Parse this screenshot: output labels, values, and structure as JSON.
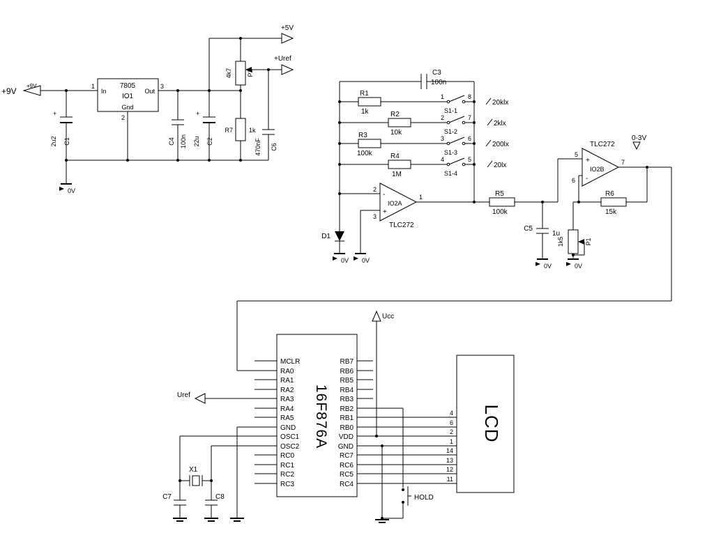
{
  "power": {
    "vin_label": "+9V",
    "vin_pin_label": "+9V",
    "regulator": {
      "part": "7805",
      "ref": "IO1",
      "in": "In",
      "out": "Out",
      "gnd": "Gnd",
      "pin1": "1",
      "pin2": "2",
      "pin3": "3"
    },
    "c1_plus": "+",
    "c1_value": "2u2",
    "c1_ref": "C1",
    "c4_ref": "C4",
    "c4_value": "100n",
    "c2_plus": "+",
    "c2_value": "22u",
    "c2_ref": "C2",
    "p2_value": "4k7",
    "p2_ref": "P2",
    "r7_ref": "R7",
    "r7_value": "1k",
    "c6_value": "470nF",
    "c6_ref": "C6",
    "v5_label": "+5V",
    "uref_label": "+Uref",
    "gnd_label": "0V"
  },
  "analog": {
    "c3_ref": "C3",
    "c3_value": "100n",
    "r1_ref": "R1",
    "r1_value": "1k",
    "r2_ref": "R2",
    "r2_value": "10k",
    "r3_ref": "R3",
    "r3_value": "100k",
    "r4_ref": "R4",
    "r4_value": "1M",
    "switches": [
      {
        "pin_l": "1",
        "pin_r": "8",
        "name": "S1-1",
        "range": "20klx"
      },
      {
        "pin_l": "2",
        "pin_r": "7",
        "name": "S1-2",
        "range": "2klx"
      },
      {
        "pin_l": "3",
        "pin_r": "6",
        "name": "S1-3",
        "range": "200lx"
      },
      {
        "pin_l": "4",
        "pin_r": "5",
        "name": "S1-4",
        "range": "20lx"
      }
    ],
    "d1_ref": "D1",
    "op1": {
      "ref": "IO2A",
      "part": "TLC272",
      "minus": "-",
      "plus": "+",
      "pin_minus": "2",
      "pin_plus": "3",
      "pin_out": "1"
    },
    "op2": {
      "ref": "IO2B",
      "part": "TLC272",
      "minus": "-",
      "plus": "+",
      "pin_minus": "6",
      "pin_plus": "5",
      "pin_out": "7"
    },
    "r5_ref": "R5",
    "r5_value": "100k",
    "c5_ref": "C5",
    "c5_value": "1u",
    "r6_ref": "R6",
    "r6_value": "15k",
    "p1_value": "1k5",
    "p1_ref": "P1",
    "out_range_label": "0-3V",
    "gnd_label": "0V"
  },
  "mcu": {
    "part": "16F876A",
    "ucc_label": "Ucc",
    "uref_label": "Uref",
    "left_pins": [
      "MCLR",
      "RA0",
      "RA1",
      "RA2",
      "RA3",
      "RA4",
      "RA5",
      "GND",
      "OSC1",
      "OSC2",
      "RC0",
      "RC1",
      "RC2",
      "RC3"
    ],
    "right_pins": [
      "RB7",
      "RB6",
      "RB5",
      "RB4",
      "RB3",
      "RB2",
      "RB1",
      "RB0",
      "VDD",
      "GND",
      "RC7",
      "RC6",
      "RC5",
      "RC4"
    ],
    "x1_ref": "X1",
    "c7_ref": "C7",
    "c8_ref": "C8",
    "hold_label": "HOLD"
  },
  "lcd": {
    "label": "LCD",
    "pin_numbers": [
      "4",
      "6",
      "2",
      "1",
      "14",
      "13",
      "12",
      "11"
    ]
  }
}
